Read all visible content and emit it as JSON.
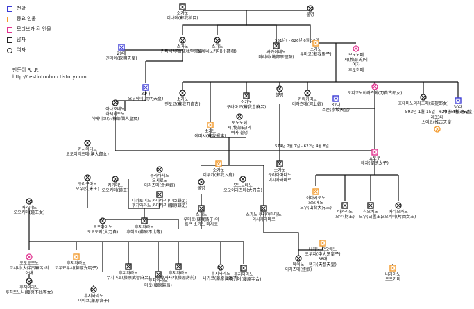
{
  "legend": [
    {
      "kind": "square",
      "color": "#3b3bd6",
      "label": "천황"
    },
    {
      "kind": "square",
      "color": "#f39a2c",
      "label": "중요 인물"
    },
    {
      "kind": "square",
      "color": "#e0338f",
      "label": "모티브가 된 인물"
    },
    {
      "kind": "square",
      "color": "#222222",
      "label": "남자"
    },
    {
      "kind": "circle",
      "color": "#222222",
      "label": "여자"
    }
  ],
  "credit": {
    "line1": "만든이 R.I.P.",
    "line2": "http://restintouhou.tistory.com"
  },
  "notes": [
    {
      "id": "n1",
      "text": "551년? - 626년 6월 19일"
    },
    {
      "id": "n2",
      "text": "574년 2월 7일 - 622년 4월 8일"
    },
    {
      "id": "n3",
      "text": "593년 1월 15일 - 628년 4월 15일"
    }
  ],
  "people": [
    {
      "id": "soga_iname",
      "sym": "square",
      "color": "#222222",
      "label": "소가노\n이나메(蘇我稻目)"
    },
    {
      "id": "bulmyeong1",
      "sym": "circle",
      "color": "#222222",
      "label": "불명"
    },
    {
      "id": "kinmei",
      "sym": "square",
      "color": "#3b3bd6",
      "label": "29대\n긴메이(欽明天皇)"
    },
    {
      "id": "kitashihime",
      "sym": "circle",
      "color": "#222222",
      "label": "소가노\n키타시히메(蘇我堅鹽媛)"
    },
    {
      "id": "oanegimi",
      "sym": "circle",
      "color": "#222222",
      "label": "소가노\n오아네노키미(小姉君)"
    },
    {
      "id": "sakaibe",
      "sym": "square",
      "color": "#222222",
      "label": "사카이베노\n마리세(境部摩理勢)"
    },
    {
      "id": "umako",
      "sym": "square",
      "color": "#f39a2c",
      "label": "소가노\n우마코(蘇我馬子)"
    },
    {
      "id": "mononobe_f",
      "sym": "circle",
      "color": "#e0338f",
      "label": "모노노베\n씨(物部氏)의\n여자\n후토히메"
    },
    {
      "id": "yomei",
      "sym": "square",
      "color": "#3b3bd6",
      "label": "31대\n요우메이(用明天皇)"
    },
    {
      "id": "anahobe",
      "sym": "circle",
      "color": "#222222",
      "label": "아나호베노\n하시히토노\n히메미코(穴穂部間人皇女)"
    },
    {
      "id": "tetsuna",
      "sym": "circle",
      "color": "#222222",
      "label": "소가노\n젠토코(蘇我刀自古)"
    },
    {
      "id": "kurayamada",
      "sym": "square",
      "color": "#222222",
      "label": "소가노\n쿠라마로(蘇我倉麻呂)"
    },
    {
      "id": "bulmyeong2",
      "sym": "circle",
      "color": "#222222",
      "label": "불명"
    },
    {
      "id": "kawakami",
      "sym": "circle",
      "color": "#222222",
      "label": "카와카미노\n이라츠메(河上娘)"
    },
    {
      "id": "sushun",
      "sym": "square",
      "color": "#3b3bd6",
      "label": "32대\n스슌(崇峻天皇)"
    },
    {
      "id": "tojiko",
      "sym": "circle",
      "color": "#e0338f",
      "label": "토지코노이라츠메(刀自古郎女)"
    },
    {
      "id": "bidatsu",
      "sym": "square",
      "color": "#3b3bd6",
      "label": "30대\n비다츠(敏達天皇)"
    },
    {
      "id": "hoshite",
      "sym": "circle",
      "color": "#222222",
      "label": "호데미노이라츠메(法提郎女)"
    },
    {
      "id": "emishi",
      "sym": "square",
      "color": "#f39a2c",
      "label": "소가노\n에미시(蘇我蝦夷)"
    },
    {
      "id": "mononobe_f2",
      "sym": "circle",
      "color": "#222222",
      "label": "모노노베\n씨(物部氏)의\n여자 불명"
    },
    {
      "id": "suiko",
      "sym": "circle",
      "color": "#f39a2c",
      "label": "593년 1월 15일 - 628년 4월 15일\n제33대\n스이코(推古天皇)"
    },
    {
      "id": "kashiwade",
      "sym": "circle",
      "color": "#222222",
      "label": "카시와데노\n오오이라츠메(膳大郎女)"
    },
    {
      "id": "shotoku",
      "sym": "square",
      "color": "#e0338f",
      "label": "쇼토쿠\n태자(聖徳太子)"
    },
    {
      "id": "kuratsukuri",
      "sym": "circle",
      "color": "#222222",
      "label": "쿠라타치노\n오시로노\n이라츠메(倉垣娘)"
    },
    {
      "id": "iruka",
      "sym": "square",
      "color": "#f39a2c",
      "label": "소가노\n이루카(蘇我入鹿)"
    },
    {
      "id": "mononobe_n",
      "sym": "circle",
      "color": "#222222",
      "label": "모노노베노\n오오이라츠메(大刀自)"
    },
    {
      "id": "ishikawamaro",
      "sym": "square",
      "color": "#222222",
      "label": "소가노\n쿠라야마다노\n이시카와마로"
    },
    {
      "id": "yamashiro",
      "sym": "square",
      "color": "#f39a2c",
      "label": "야마시로노\n오오에노\n오우(山背大兄王)"
    },
    {
      "id": "tanaka",
      "sym": "square",
      "color": "#222222",
      "label": "타카라노\n오우(財王)"
    },
    {
      "id": "hioki",
      "sym": "square",
      "color": "#222222",
      "label": "히오키노\n오우(日置王)"
    },
    {
      "id": "kataoka",
      "sym": "circle",
      "color": "#222222",
      "label": "카타오카노\n오오키미(片岡女王)"
    },
    {
      "id": "kurinai",
      "sym": "circle",
      "color": "#222222",
      "label": "쿠리쿠마노\n오우(久米王)"
    },
    {
      "id": "nakatomi",
      "sym": "square",
      "color": "#222222",
      "label": "나카토미노 카마타리(中臣鎌足)\n후지와라노 카마타리(藤原鎌足)"
    },
    {
      "id": "kagami",
      "sym": "circle",
      "color": "#222222",
      "label": "카가미노\n오오키미(鏡王女)"
    },
    {
      "id": "bulmyeong3",
      "sym": "circle",
      "color": "#222222",
      "label": "불명"
    },
    {
      "id": "hikaru",
      "sym": "square",
      "color": "#222222",
      "label": "소가노\n우마코(蘇我馬子)의\n혹은 소가노 마사코"
    },
    {
      "id": "ishikawa",
      "sym": "square",
      "color": "#222222",
      "label": "소가노 쿠라야마다노\n이시카와마로"
    },
    {
      "id": "kagami_o",
      "sym": "circle",
      "color": "#222222",
      "label": "카가미노\n오오키미(鏡王)"
    },
    {
      "id": "fuhito",
      "sym": "square",
      "color": "#222222",
      "label": "후지와라노\n후히토(藤原不比等)"
    },
    {
      "id": "yoshi",
      "sym": "circle",
      "color": "#222222",
      "label": "오오마이노\n오오도지(大刀自)"
    },
    {
      "id": "meitsuko",
      "sym": "circle",
      "color": "#222222",
      "label": "메이노\n이라츠메(姪娘)"
    },
    {
      "id": "tenji",
      "sym": "square",
      "color": "#f39a2c",
      "label": "나카노 오오에노\n오우지(中大兄皇子)\n38대\n덴지(天智天皇)"
    },
    {
      "id": "kotoko",
      "sym": "circle",
      "color": "#e0338f",
      "label": "오오도모노\n코시비(大伴古麻呂)의\n아내"
    },
    {
      "id": "kosamaro",
      "sym": "square",
      "color": "#f39a2c",
      "label": "후지와라노\n코우묘우시(藤原光明子)"
    },
    {
      "id": "muchimaro",
      "sym": "square",
      "color": "#222222",
      "label": "후지와라노\n무치마로(藤原武智麻呂)"
    },
    {
      "id": "fusasaki",
      "sym": "square",
      "color": "#222222",
      "label": "후지와라노\n우마카이(藤原宇合)"
    },
    {
      "id": "maro",
      "sym": "square",
      "color": "#222222",
      "label": "후지와라노\n후사사키(藤原房前)"
    },
    {
      "id": "nagaya",
      "sym": "circle",
      "color": "#222222",
      "label": "후지와라노\n나가코(藤原長娥子)"
    },
    {
      "id": "nagato",
      "sym": "square",
      "color": "#222222",
      "label": "후지와라노\n마로(藤原麻呂)"
    },
    {
      "id": "tobito",
      "sym": "circle",
      "color": "#222222",
      "label": "후지와라노\n후히토노니(藤原不比等女)"
    },
    {
      "id": "miyako",
      "sym": "circle",
      "color": "#222222",
      "label": "후지와라노\n미야코(藤原宮子)"
    },
    {
      "id": "naganoone",
      "sym": "square",
      "color": "#f39a2c",
      "label": "나가야노\n오오키미"
    }
  ]
}
